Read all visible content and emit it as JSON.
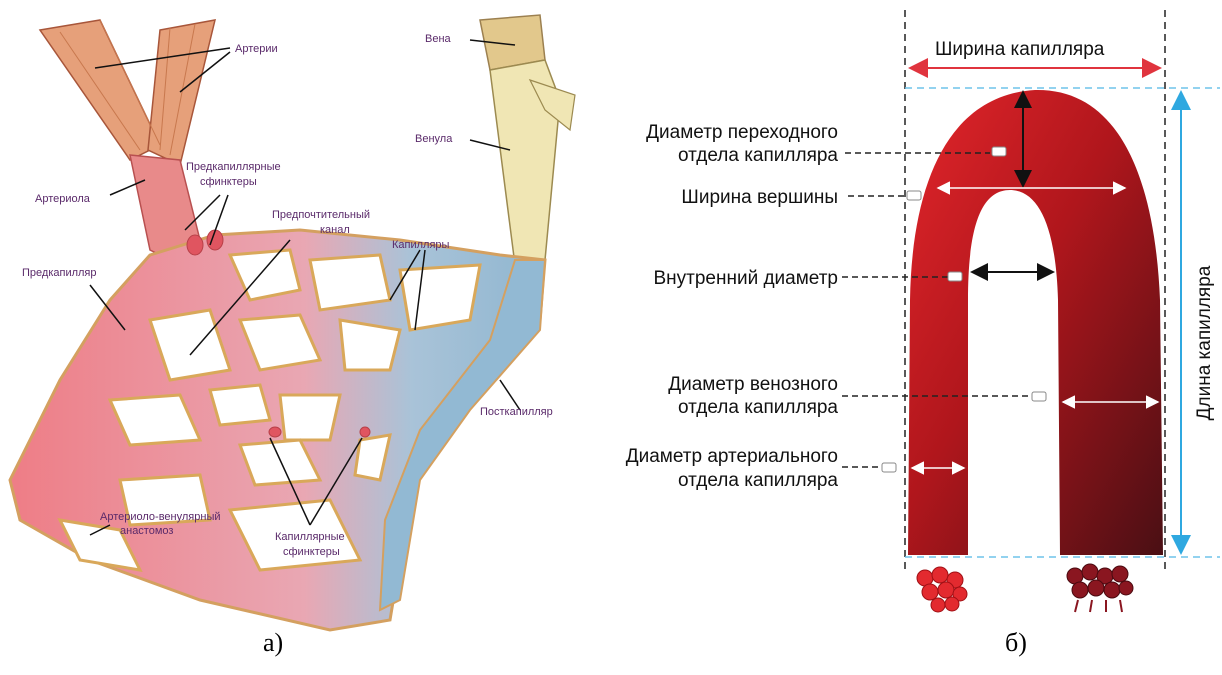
{
  "panel_a": {
    "caption": "а)",
    "labels": {
      "arteries": "Артерии",
      "vein": "Вена",
      "venule": "Венула",
      "precapillary_sphincters_1": "Предкапиллярные",
      "precapillary_sphincters_2": "сфинктеры",
      "arteriole": "Артериола",
      "preferential_channel_1": "Предпочтительный",
      "preferential_channel_2": "канал",
      "capillaries": "Капилляры",
      "precapillary": "Предкапилляр",
      "postcapillary": "Посткапилляр",
      "anastomosis_1": "Артериоло-венулярный",
      "anastomosis_2": "анастомоз",
      "capillary_sphincters_1": "Капиллярные",
      "capillary_sphincters_2": "сфинктеры"
    },
    "colors": {
      "arterial": "#e8707a",
      "venous": "#8fb6d0",
      "wall": "#f2c27a",
      "label": "#5a2a6a"
    }
  },
  "panel_b": {
    "caption": "б)",
    "labels": {
      "capillary_width": "Ширина капилляра",
      "capillary_length": "Длина капилляра",
      "transitional_diameter_1": "Диаметр переходного",
      "transitional_diameter_2": "отдела капилляра",
      "apex_width": "Ширина вершины",
      "inner_diameter": "Внутренний диаметр",
      "venous_diameter_1": "Диаметр венозного",
      "venous_diameter_2": "отдела капилляра",
      "arterial_diameter_1": "Диаметр артериального",
      "arterial_diameter_2": "отдела капилляра"
    },
    "colors": {
      "arterial": "#e3262b",
      "venous": "#4a0f14",
      "width_arrow": "#e0343e",
      "length_arrow": "#2fa8e0",
      "guide_line": "#6fc3ea"
    }
  }
}
